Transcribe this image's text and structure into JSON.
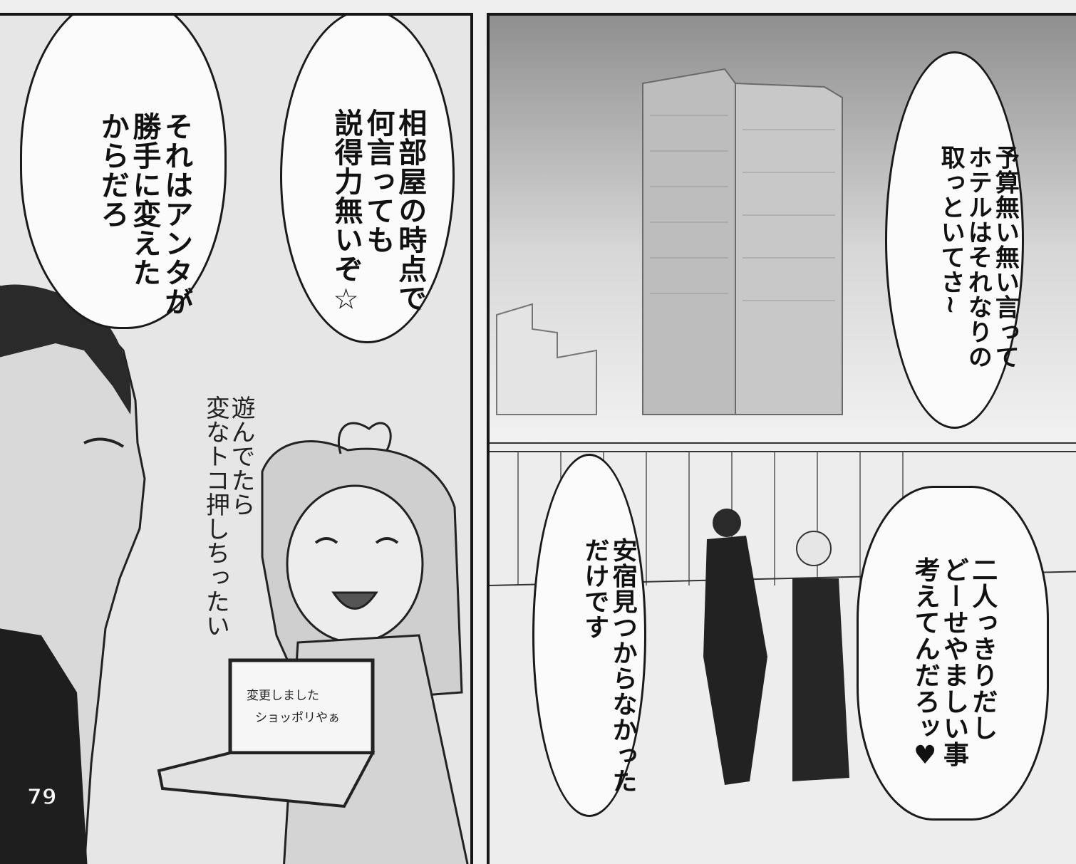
{
  "page_number": "79",
  "left_panel": {
    "bubble_right_lines": [
      "相部屋の時点で",
      "何言っても",
      "説得力無いぞ☆"
    ],
    "bubble_left_lines": [
      "それはアンタが",
      "勝手に変えた",
      "からだろ"
    ],
    "sfx_lines": [
      "遊んでたら",
      "変なトコ押しちったい"
    ],
    "laptop_screen_lines": [
      "変更しました",
      "ショッポリやぁ"
    ]
  },
  "right_panel": {
    "bubble_top_lines": [
      "予算無い無い言って",
      "ホテルはそれなりの",
      "取っといてさ~"
    ],
    "bubble_bottom_right_lines": [
      "二人っきりだし",
      "どーせやましい事",
      "考えてんだろッ♥"
    ],
    "bubble_bottom_left_lines": [
      "安宿見つからなかった",
      "だけです"
    ]
  }
}
